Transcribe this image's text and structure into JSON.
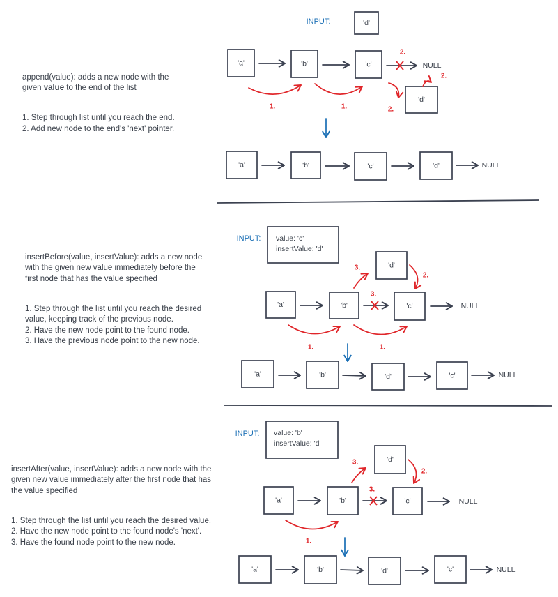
{
  "append": {
    "desc_pre": "append(value): adds a new node with the\ngiven ",
    "desc_bold": "value",
    "desc_post": " to the end of the list",
    "step1": "1. Step through list until you reach the end.",
    "step2": "2. Add new node to the end's 'next' pointer.",
    "input_label": "INPUT:",
    "input_value": "'d'",
    "list": [
      "'a'",
      "'b'",
      "'c'"
    ],
    "new_node": "'d'",
    "result": [
      "'a'",
      "'b'",
      "'c'",
      "'d'"
    ],
    "null_label": "NULL",
    "step_labels": [
      "1.",
      "1.",
      "2.",
      "2.",
      "2."
    ]
  },
  "insertBefore": {
    "desc": "insertBefore(value, insertValue): adds a new node\nwith the given new value immediately before the\nfirst node that has the value specified",
    "step1": "1. Step through the list until you reach the desired\nvalue, keeping track of the previous node.",
    "step2": "2. Have the new node point to the found node.",
    "step3": "3. Have the previous node point to the new node.",
    "input_label": "INPUT:",
    "input_lines": [
      "value: 'c'",
      "insertValue: 'd'"
    ],
    "list": [
      "'a'",
      "'b'",
      "'c'"
    ],
    "new_node": "'d'",
    "result": [
      "'a'",
      "'b'",
      "'d'",
      "'c'"
    ],
    "null_label": "NULL",
    "step_labels": [
      "3.",
      "2.",
      "3.",
      "1.",
      "1."
    ]
  },
  "insertAfter": {
    "desc": "insertAfter(value, insertValue): adds a new node with the\ngiven new value immediately after the first node that has\nthe value specified",
    "step1": "1. Step through the list until you reach the desired value.",
    "step2": "2. Have the new node point to the found node's 'next'.",
    "step3": "3. Have the found node point to the new node.",
    "input_label": "INPUT:",
    "input_lines": [
      "value: 'b'",
      "insertValue: 'd'"
    ],
    "list": [
      "'a'",
      "'b'",
      "'c'"
    ],
    "new_node": "'d'",
    "result": [
      "'a'",
      "'b'",
      "'d'",
      "'c'"
    ],
    "null_label": "NULL",
    "step_labels": [
      "3.",
      "2.",
      "3.",
      "1."
    ]
  },
  "colors": {
    "ink": "#3b4150",
    "red": "#e0262a",
    "blue": "#1a6fb5",
    "text": "#3a404a"
  }
}
